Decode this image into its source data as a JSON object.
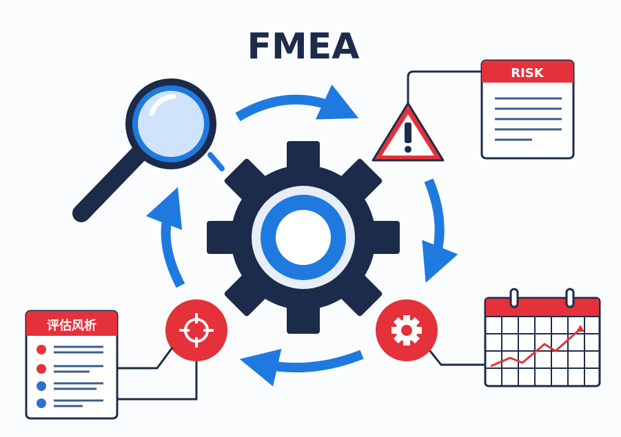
{
  "title": "FMEA",
  "risk_card": {
    "label": "RISK"
  },
  "analysis_card": {
    "label": "评估风析"
  },
  "colors": {
    "navy": "#1c2b4a",
    "blue": "#1f7ae0",
    "red": "#e5313a",
    "light_blue": "#cfe4fb"
  }
}
